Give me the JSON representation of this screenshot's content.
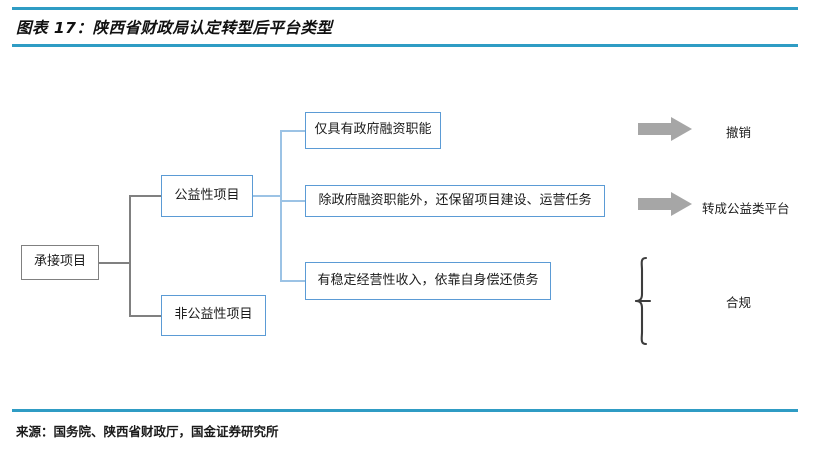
{
  "figure": {
    "title": "图表 17：陕西省财政局认定转型后平台类型",
    "source": "来源：国务院、陕西省财政厅，国金证券研究所",
    "accent_color": "#2f9cc4",
    "box_blue": "#5b9bd5",
    "box_gray": "#808080",
    "arrow_gray": "#a6a6a6"
  },
  "diagram": {
    "type": "tree",
    "root": {
      "label": "承接项目"
    },
    "branches": [
      {
        "label": "公益性项目"
      },
      {
        "label": "非公益性项目"
      }
    ],
    "criteria": [
      {
        "label": "仅具有政府融资职能"
      },
      {
        "label": "除政府融资职能外，还保留项目建设、运营任务"
      },
      {
        "label": "有稳定经营性收入，依靠自身偿还债务"
      }
    ],
    "outcomes": [
      {
        "label": "撤销",
        "marker": "arrow-right-icon"
      },
      {
        "label": "转成公益类平台",
        "marker": "arrow-right-icon"
      },
      {
        "label": "合规",
        "marker": "curly-brace-icon"
      }
    ]
  }
}
